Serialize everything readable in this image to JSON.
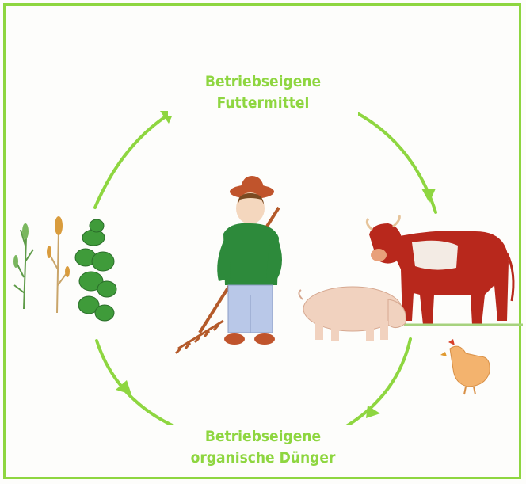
{
  "labels": {
    "top": [
      "Betriebseigene",
      "Futtermittel"
    ],
    "bottom": [
      "Betriebseigene",
      "organische Dünger"
    ]
  },
  "colors": {
    "accent": "#8ed640",
    "cow": "#b8281c",
    "pig": "#f1d2bf",
    "farmer_jacket": "#2d8a3b",
    "farmer_trousers": "#b9c8e8"
  },
  "icons": [
    "plants-illustration",
    "farmer-illustration",
    "cow-illustration",
    "pig-illustration",
    "chicken-illustration"
  ]
}
